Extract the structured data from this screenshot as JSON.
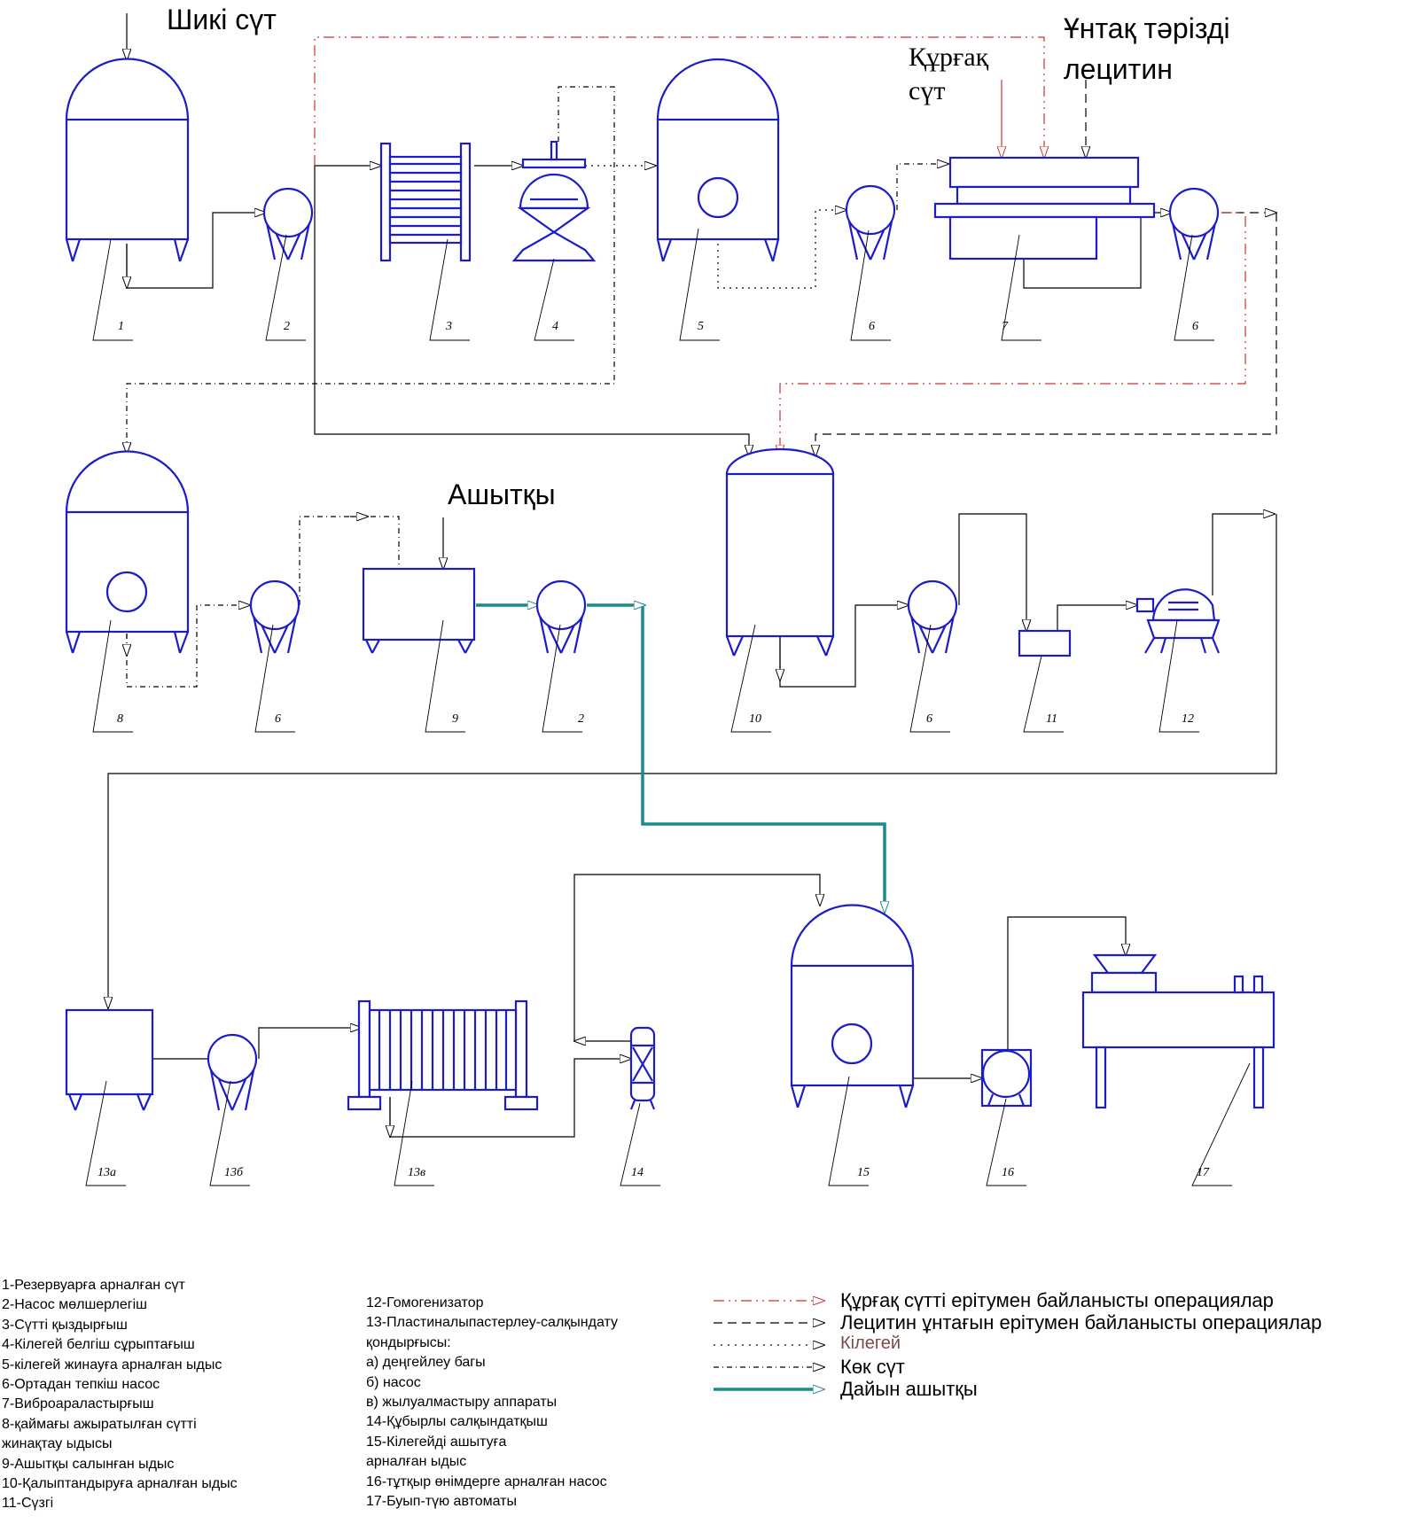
{
  "inputs": {
    "raw_milk": "Шикі сүт",
    "dry_milk_line1": "Құрғақ",
    "dry_milk_line2": "сүт",
    "lecithin_line1": "Ұнтақ тәрізді",
    "lecithin_line2": "лецитин",
    "starter": "Ашытқы"
  },
  "item_numbers": [
    "1",
    "2",
    "3",
    "4",
    "5",
    "6",
    "7",
    "6",
    "8",
    "6",
    "9",
    "2",
    "10",
    "6",
    "11",
    "12",
    "13а",
    "13б",
    "13в",
    "14",
    "15",
    "16",
    "17"
  ],
  "legend_items": [
    "1-Резервуарға арналған сүт",
    "2-Насос мөлшерлегіш",
    "3-Сүтті қыздырғыш",
    "4-Кілегей белгіш сұрыптағыш",
    "5-кілегей жинауға арналған ыдыс",
    "6-Ортадан тепкіш насос",
    "7-Виброараластырғыш",
    "8-қаймағы ажыратылған сүтті",
    "жинақтау ыдысы",
    "9-Ашытқы салынған ыдыс",
    "10-Қалыптандыруға арналған ыдыс",
    "11-Сүзгі"
  ],
  "legend_items_2": [
    "12-Гомогенизатор",
    "13-Пластиналыпастерлеу-салқындату",
    "қондырғысы:",
    "а)    деңгейлеу багы",
    "б)    насос",
    "в)    жылуалмастыру аппараты",
    "14-Құбырлы салқындатқыш",
    "15-Кілегейді ашытуға",
    "арналған ыдыс",
    "16-тұтқыр өнімдерге арналған насос",
    "17-Буып-түю автоматы"
  ],
  "line_legend": [
    {
      "label": "Құрғақ сүтті ерітумен байланысты операциялар",
      "color": "#d03030",
      "style": "dash-dot-dot"
    },
    {
      "label": "Лецитин ұнтағын ерітумен байланысты операциялар",
      "color": "#000000",
      "style": "dashed"
    },
    {
      "label": "Кілегей",
      "color": "#000000",
      "style": "dotted"
    },
    {
      "label": "Көк сүт",
      "color": "#000000",
      "style": "dash-dot"
    },
    {
      "label": "Дайын ашытқы",
      "color": "#1a8a8a",
      "style": "solid-thick"
    }
  ],
  "colors": {
    "equipment": "#1c1cc8",
    "pipe": "#000000",
    "dry_milk_line": "#d03030",
    "starter_line": "#1a8a8a"
  }
}
